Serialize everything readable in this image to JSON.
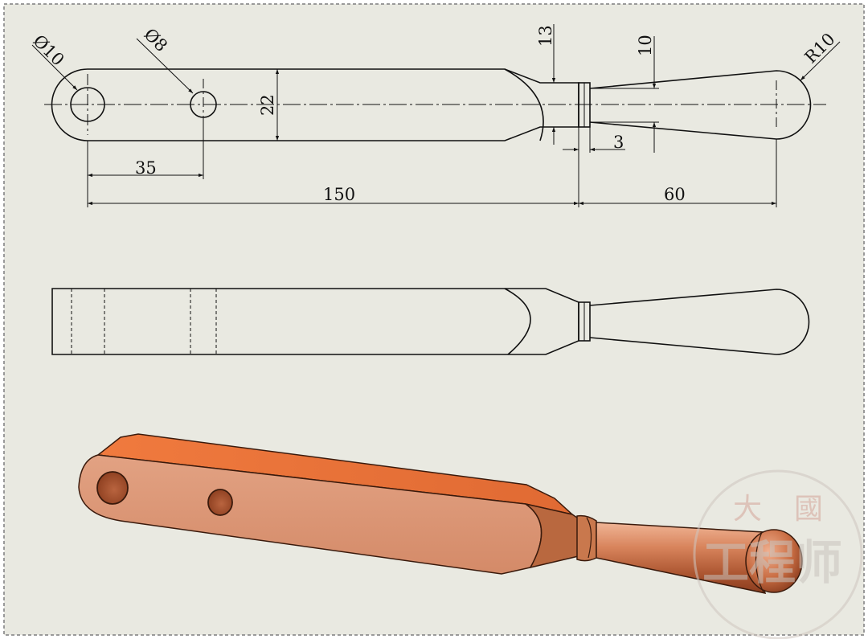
{
  "drawing": {
    "dimensions": {
      "hole_large": "Ø10",
      "hole_small": "Ø8",
      "width": "22",
      "neck_height": "13",
      "handle_start": "10",
      "end_radius": "R10",
      "step_length": "3",
      "hole_spacing": "35",
      "main_length": "150",
      "handle_length": "60"
    }
  },
  "watermark": {
    "logo_chars": [
      "大",
      "國"
    ],
    "text": "工程师"
  },
  "colors": {
    "paper": "#e9e9e1",
    "line": "#111111",
    "copper_face": "#dc9474",
    "copper_top": "#e8763f",
    "watermark": "#c9a9a0"
  }
}
